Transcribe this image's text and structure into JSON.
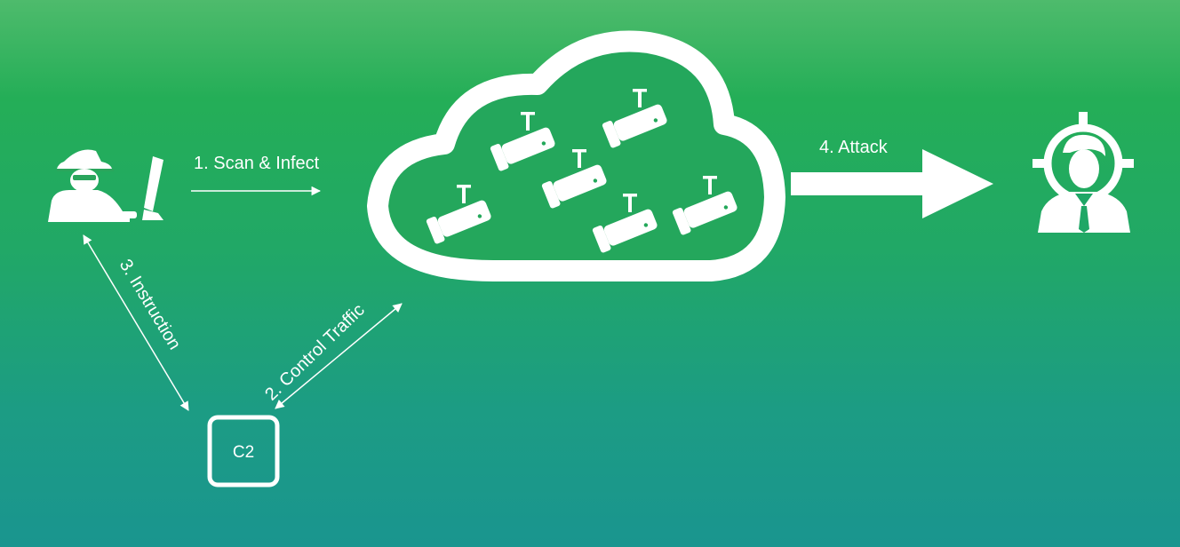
{
  "diagram": {
    "labels": {
      "scan_infect": "1. Scan & Infect",
      "control_traffic": "2. Control Traffic",
      "instruction": "3. Instruction",
      "attack": "4. Attack"
    },
    "nodes": {
      "c2": "C2"
    },
    "icons": {
      "attacker": "hacker-at-computer-icon",
      "botnet": "cloud-icon",
      "camera": "security-camera-icon",
      "victim": "targeted-person-icon"
    },
    "colors": {
      "background_top": "#4ebb6c",
      "background_bottom": "#1a958f",
      "foreground": "#ffffff"
    }
  }
}
